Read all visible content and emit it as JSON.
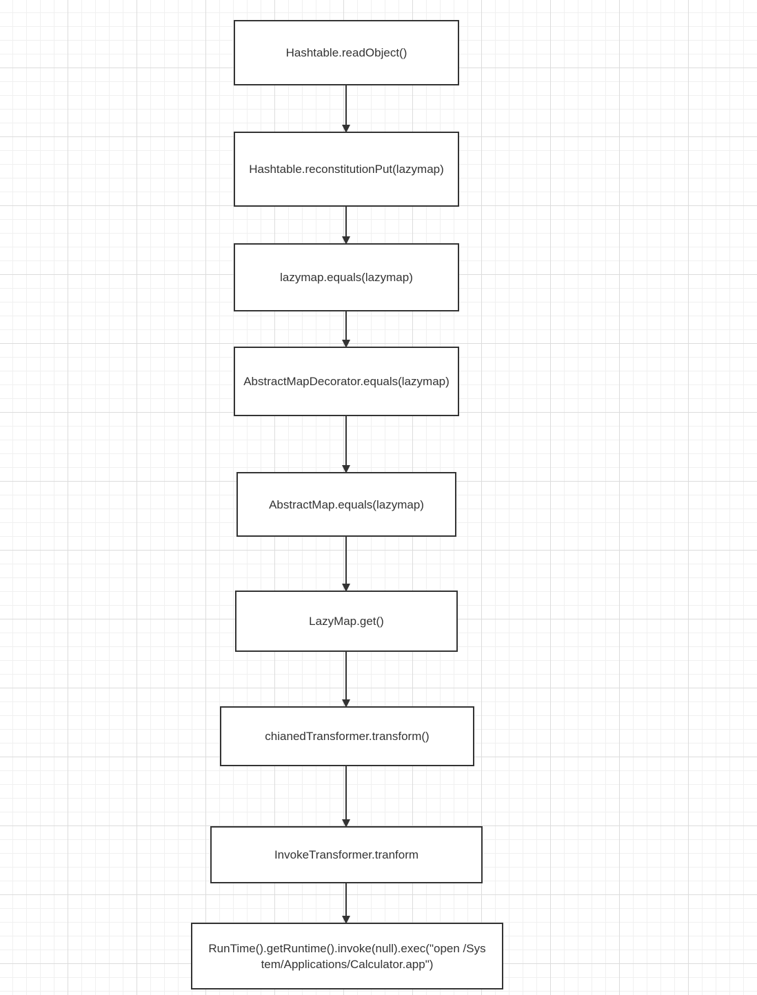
{
  "diagram": {
    "type": "flowchart",
    "direction": "top-to-bottom",
    "nodes": [
      {
        "id": "n1",
        "label": "Hashtable.readObject()"
      },
      {
        "id": "n2",
        "label": "Hashtable.reconstitutionPut(lazymap)"
      },
      {
        "id": "n3",
        "label": "lazymap.equals(lazymap)"
      },
      {
        "id": "n4",
        "label": "AbstractMapDecorator.equals(lazymap)"
      },
      {
        "id": "n5",
        "label": "AbstractMap.equals(lazymap)"
      },
      {
        "id": "n6",
        "label": "LazyMap.get()"
      },
      {
        "id": "n7",
        "label": "chianedTransformer.transform()"
      },
      {
        "id": "n8",
        "label": "InvokeTransformer.tranform"
      },
      {
        "id": "n9",
        "label": "RunTime().getRuntime().invoke(null).exec(\"open /System/Applications/Calculator.app\")"
      }
    ],
    "edges": [
      {
        "from": "n1",
        "to": "n2"
      },
      {
        "from": "n2",
        "to": "n3"
      },
      {
        "from": "n3",
        "to": "n4"
      },
      {
        "from": "n4",
        "to": "n5"
      },
      {
        "from": "n5",
        "to": "n6"
      },
      {
        "from": "n6",
        "to": "n7"
      },
      {
        "from": "n7",
        "to": "n8"
      },
      {
        "from": "n8",
        "to": "n9"
      }
    ],
    "colors": {
      "stroke": "#333333",
      "text": "#333333",
      "node_fill": "#ffffff",
      "grid": "#dcdcdc"
    }
  }
}
